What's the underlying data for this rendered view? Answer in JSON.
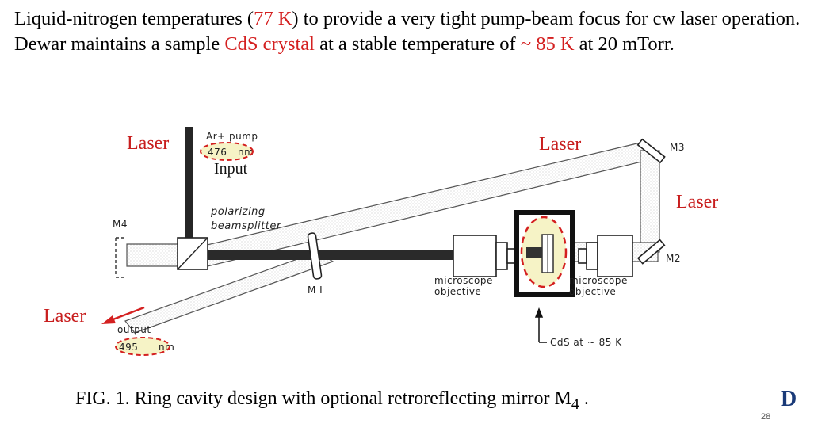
{
  "intro": {
    "p1": "Liquid-nitrogen temperatures (",
    "temp1": "77 K",
    "p2": ") to provide a very tight pump-beam focus for cw laser operation.  Dewar maintains a sample ",
    "crystal": "CdS crystal",
    "p3": " at a stable temperature of ",
    "temp2": "~ 85 K",
    "p4": " at 20 mTorr."
  },
  "diagram": {
    "labels": {
      "laser_input": "Laser",
      "laser_top": "Laser",
      "laser_right": "Laser",
      "laser_output": "Laser",
      "input": "Input"
    },
    "printed": {
      "pump_title": "Ar+ pump",
      "pump_wavelength": "476",
      "pump_unit": "nm",
      "polarizing": "polarizing",
      "beamsplitter": "beamsplitter",
      "m4": "M4",
      "m1": "M I",
      "m2": "M2",
      "m3": "M3",
      "microscope1": "microscope",
      "objective1": "objective",
      "microscope2": "microscope",
      "objective2": "objective",
      "output": "output",
      "output_wavelength": "495",
      "output_unit": "nm",
      "cds": "CdS  at ~ 85 K"
    },
    "colors": {
      "annotation_red": "#c81e1e",
      "highlight_fill": "#f6f3c6"
    }
  },
  "caption": "FIG. 1. Ring cavity design with optional retroreflecting mirror M",
  "caption_sub": "4",
  "caption_end": " .",
  "page_number": "28",
  "logo_text": "D"
}
